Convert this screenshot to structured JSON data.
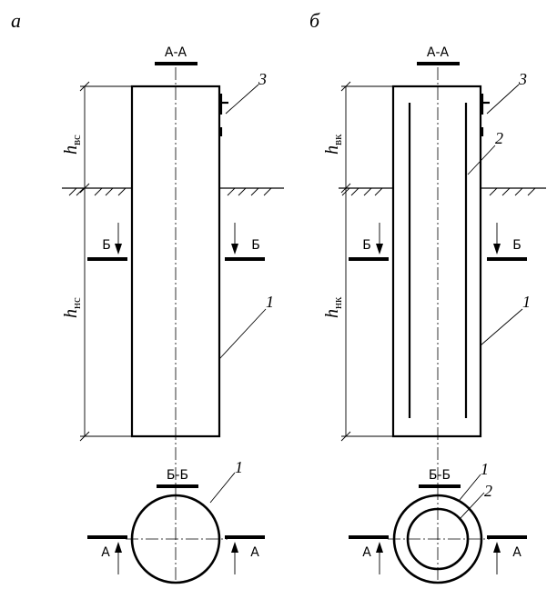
{
  "panel_a": {
    "letter": "а",
    "section_top": "А-А",
    "section_mid": "Б-Б",
    "cut_marker_b": "Б",
    "cut_marker_a": "А",
    "dim_upper": {
      "main": "h",
      "sub": "вс"
    },
    "dim_lower": {
      "main": "h",
      "sub": "нс"
    },
    "callout_1": "1",
    "callout_3": "3",
    "callout_1_section": "1"
  },
  "panel_b": {
    "letter": "б",
    "section_top": "А-А",
    "section_mid": "Б-Б",
    "cut_marker_b": "Б",
    "cut_marker_a": "А",
    "dim_upper": {
      "main": "h",
      "sub": "вк"
    },
    "dim_lower": {
      "main": "h",
      "sub": "нк"
    },
    "callout_1": "1",
    "callout_2": "2",
    "callout_3": "3",
    "callout_1_section": "1",
    "callout_2_section": "2"
  }
}
